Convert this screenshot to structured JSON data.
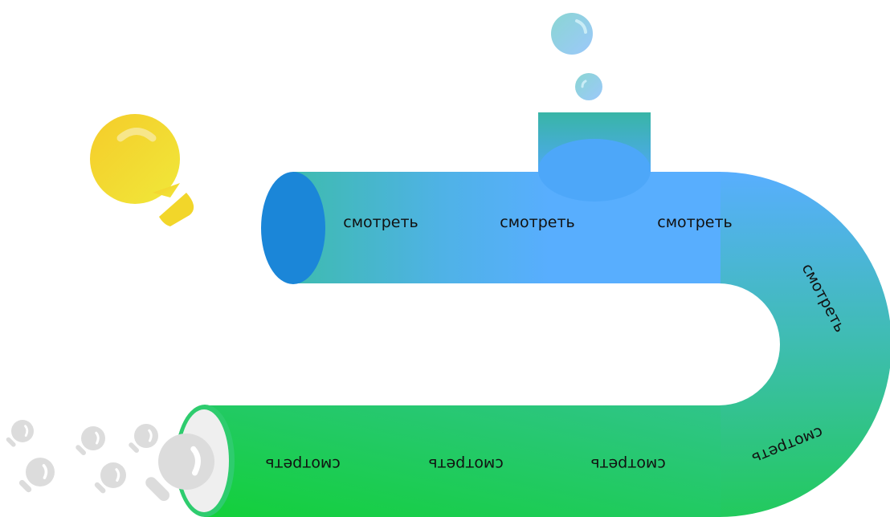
{
  "diagram": {
    "title": "",
    "pipe_labels": [
      {
        "id": "top-1",
        "text": "смотреть"
      },
      {
        "id": "top-2",
        "text": "смотреть"
      },
      {
        "id": "top-3",
        "text": "смотреть"
      },
      {
        "id": "bend-1",
        "text": "смотреть"
      },
      {
        "id": "bend-2",
        "text": "смотреть"
      },
      {
        "id": "bottom-1",
        "text": "смотреть"
      },
      {
        "id": "bottom-2",
        "text": "смотреть"
      },
      {
        "id": "bottom-3",
        "text": "смотреть"
      }
    ],
    "elements": {
      "input_bulb": "yellow-lightbulb-icon",
      "output_bulbs_count": 6,
      "bubbles_count": 2,
      "inlet_funnel": "funnel-inlet"
    },
    "colors": {
      "pipe_top": "#58AEFE",
      "pipe_teal": "#3EBBAF",
      "pipe_green": "#13D03A",
      "pipe_end_blue": "#1B86D8",
      "bulb_yellow": "#F2D62A",
      "bulb_grey": "#DCDCDC",
      "bubble": "#8FD3DA"
    }
  }
}
